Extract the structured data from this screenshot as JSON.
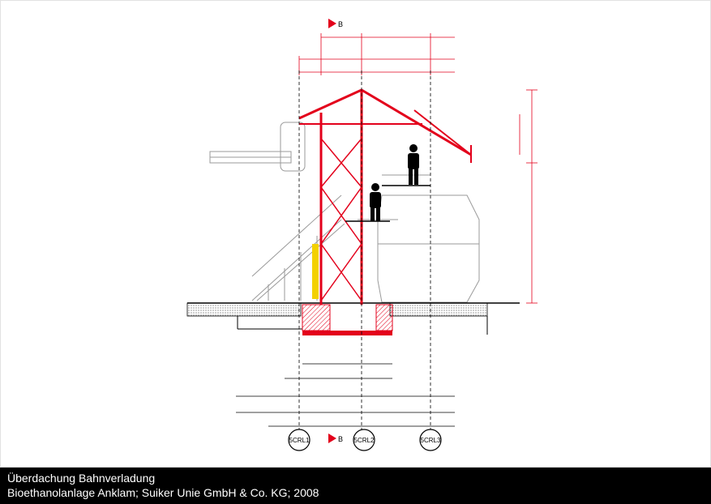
{
  "caption": {
    "title": "Überdachung Bahnverladung",
    "subtitle": "Bioethanolanlage Anklam; Suiker Unie GmbH & Co. KG; 2008"
  },
  "drawing": {
    "section_marker": "B",
    "axes": [
      "5CRL1",
      "5CRL2",
      "5CRL3"
    ],
    "colors": {
      "structure": "#e3001b",
      "line": "#000000",
      "equipment": "#9a9a9a",
      "yellow": "#f3d100",
      "caption_bg": "#000000"
    }
  }
}
